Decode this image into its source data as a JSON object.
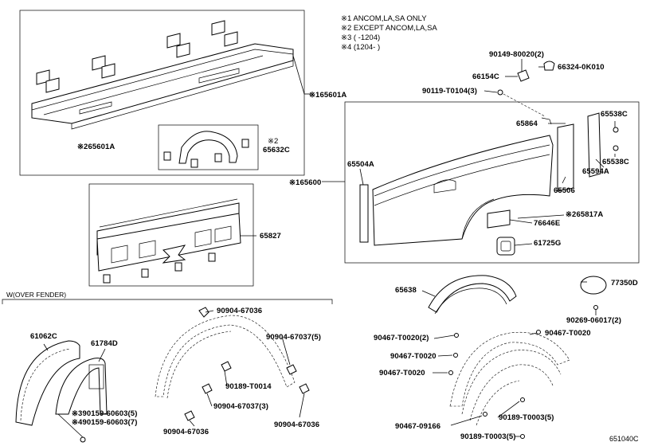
{
  "notes": [
    "※1 ANCOM,LA,SA ONLY",
    "※2 EXCEPT ANCOM,LA,SA",
    "※3 (      -1204)",
    "※4 (1204-      )"
  ],
  "section_label": "W(OVER FENDER)",
  "diagram_code": "651040C",
  "labels": {
    "p65601A_1": "※165601A",
    "p65601A_2": "※265601A",
    "p65632C_mark": "※2",
    "p65632C": "65632C",
    "p65827": "65827",
    "p65600": "※165600",
    "p90149": "90149-80020(2)",
    "p66324": "66324-0K010",
    "p66154C": "66154C",
    "p90119": "90119-T0104(3)",
    "p65538C_1": "65538C",
    "p65538C_2": "65538C",
    "p65864": "65864",
    "p65594A": "65594A",
    "p65504A": "65504A",
    "p65506": "65506",
    "p65817A": "※265817A",
    "p76646E": "76646E",
    "p61725G": "61725G",
    "p65638": "65638",
    "p77350D": "77350D",
    "p90269": "90269-06017(2)",
    "p90467_a": "90467-T0020(2)",
    "p90467_b": "90467-T0020",
    "p90467_c": "90467-T0020",
    "p90467_d": "90467-T0020",
    "p90467_09166": "90467-09166",
    "p90189_a": "90189-T0003(5)",
    "p90189_b": "90189-T0003(5)",
    "p61062C": "61062C",
    "p61784D": "61784D",
    "p90904_a": "90904-67036",
    "p90904_b": "90904-67037(5)",
    "p90189_T0014": "90189-T0014",
    "p90904_c": "90904-67037(3)",
    "p90904_d": "90904-67036",
    "p90904_e": "90904-67036",
    "p90159_3": "※390159-60603(5)",
    "p90159_4": "※490159-60603(7)"
  }
}
